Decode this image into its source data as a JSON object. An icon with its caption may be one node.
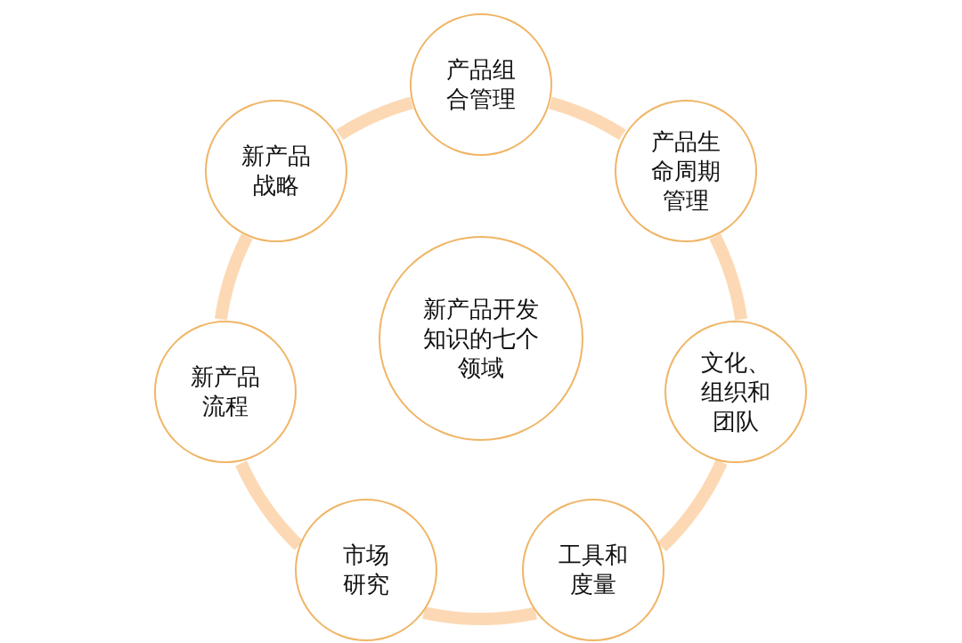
{
  "diagram": {
    "nodes": [
      {
        "text": [
          "产品组合管理"
        ]
      },
      {
        "text": [
          "产品生命周期管理"
        ]
      },
      {
        "text": [
          "新产品战略"
        ]
      },
      {
        "text": [
          "新产品开发知识的七个领域"
        ]
      },
      {
        "text": [
          "新产品流程"
        ]
      },
      {
        "text": [
          "文化、组织和团队"
        ]
      },
      {
        "text": [
          "市场研究"
        ]
      },
      {
        "text": [
          "工具和度量"
        ]
      }
    ],
    "edges": [
      {
        "from": 0,
        "to": 1,
        "arrow": "none"
      },
      {
        "from": 1,
        "to": 5,
        "arrow": "none"
      },
      {
        "from": 5,
        "to": 7,
        "arrow": "none"
      },
      {
        "from": 7,
        "to": 6,
        "arrow": "none"
      },
      {
        "from": 6,
        "to": 4,
        "arrow": "none"
      },
      {
        "from": 4,
        "to": 2,
        "arrow": "none"
      },
      {
        "from": 2,
        "to": 0,
        "arrow": "none"
      }
    ]
  }
}
